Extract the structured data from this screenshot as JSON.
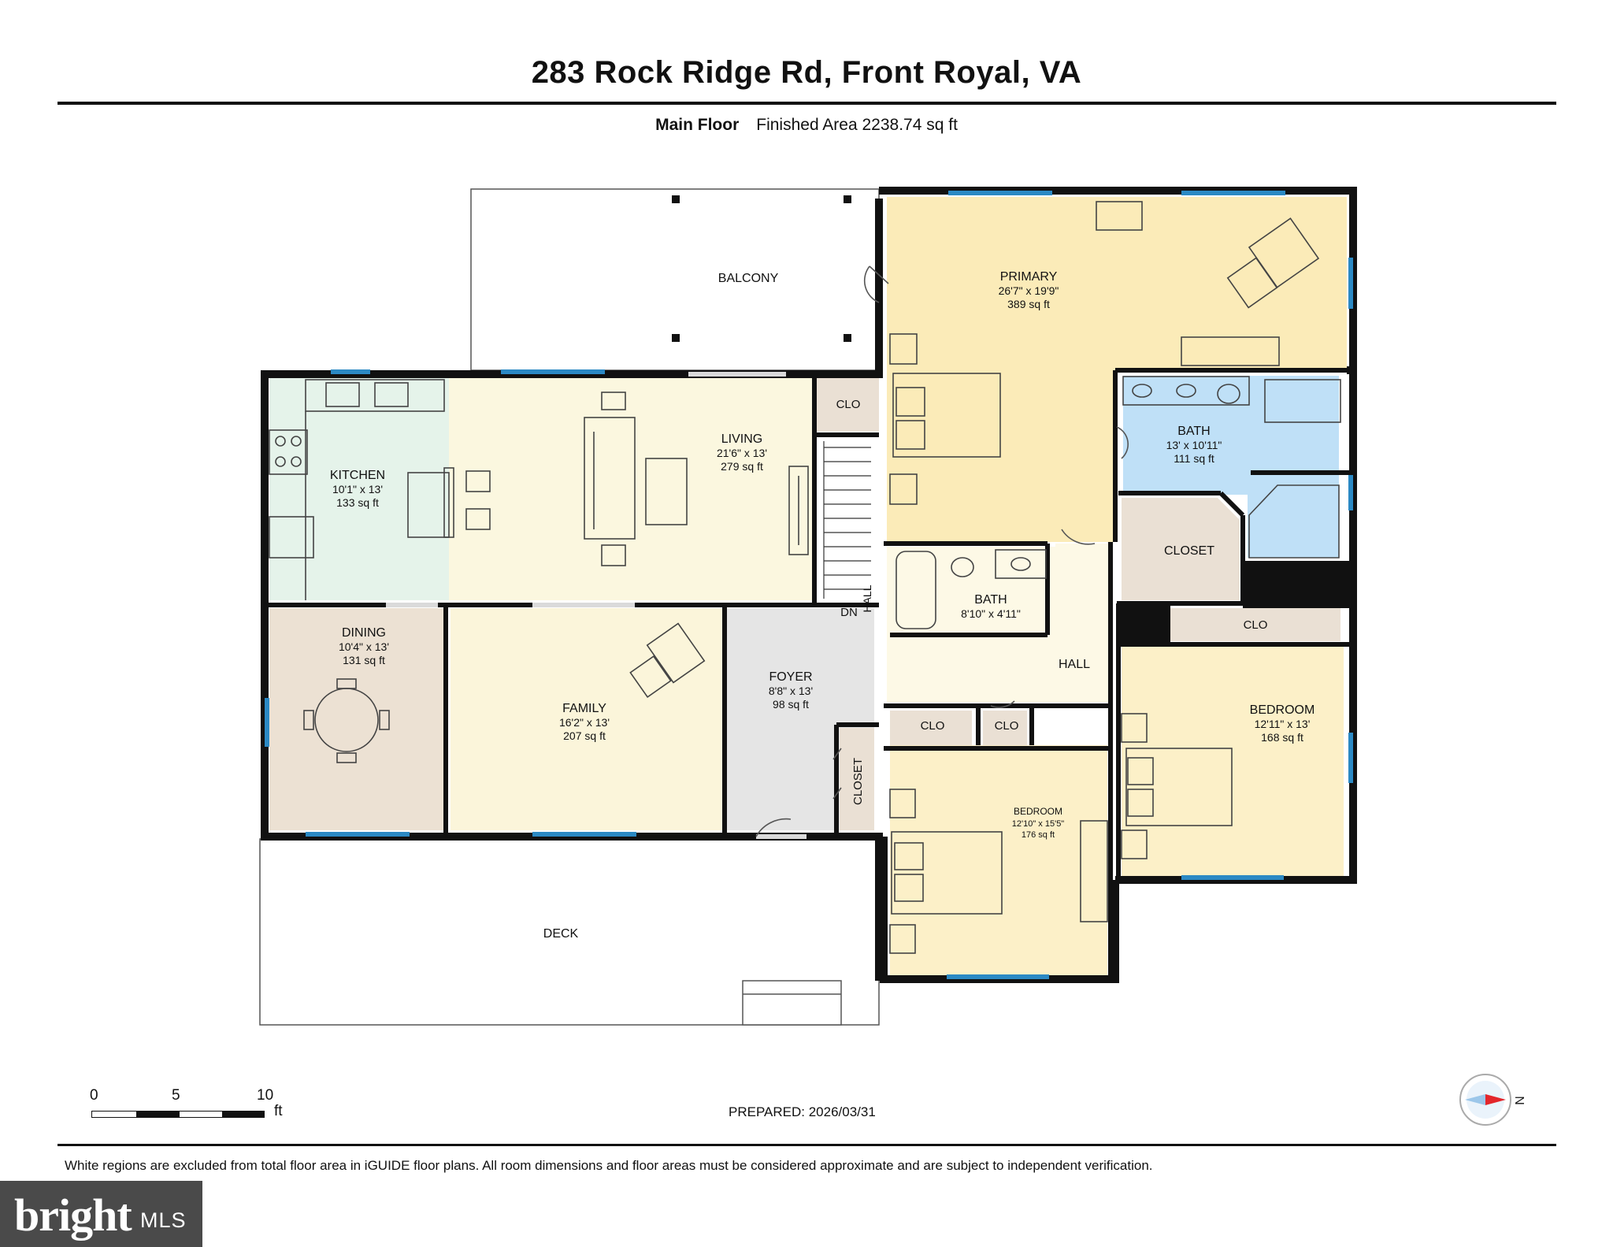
{
  "header": {
    "address": "283 Rock Ridge Rd, Front Royal, VA",
    "floor_name": "Main Floor",
    "area_text": "Finished Area 2238.74 sq ft"
  },
  "rooms": {
    "balcony": {
      "name": "BALCONY"
    },
    "primary": {
      "name": "PRIMARY",
      "dims": "26'7\" x 19'9\"",
      "area": "389 sq ft"
    },
    "kitchen": {
      "name": "KITCHEN",
      "dims": "10'1\" x 13'",
      "area": "133 sq ft"
    },
    "living": {
      "name": "LIVING",
      "dims": "21'6\" x 13'",
      "area": "279 sq ft"
    },
    "clo_living": {
      "name": "CLO"
    },
    "primary_bath": {
      "name": "BATH",
      "dims": "13' x 10'11\"",
      "area": "111 sq ft"
    },
    "primary_closet": {
      "name": "CLOSET"
    },
    "hall_bath": {
      "name": "BATH",
      "dims": "8'10\" x 4'11\""
    },
    "dining": {
      "name": "DINING",
      "dims": "10'4\" x 13'",
      "area": "131 sq ft"
    },
    "family": {
      "name": "FAMILY",
      "dims": "16'2\" x 13'",
      "area": "207 sq ft"
    },
    "foyer": {
      "name": "FOYER",
      "dims": "8'8\" x 13'",
      "area": "98 sq ft"
    },
    "foyer_closet": {
      "name": "CLOSET"
    },
    "stair_dn": {
      "name": "DN"
    },
    "stair_hall": {
      "name": "HALL"
    },
    "hall": {
      "name": "HALL"
    },
    "clo_bedroom_right": {
      "name": "CLO"
    },
    "bedroom_right": {
      "name": "BEDROOM",
      "dims": "12'11\" x 13'",
      "area": "168 sq ft"
    },
    "clo_left": {
      "name": "CLO"
    },
    "clo_mid": {
      "name": "CLO"
    },
    "bedroom_left": {
      "name": "BEDROOM",
      "dims": "12'10\" x 15'5\"",
      "area": "176 sq ft"
    },
    "deck": {
      "name": "DECK"
    }
  },
  "scale": {
    "t0": "0",
    "t5": "5",
    "t10": "10",
    "unit": "ft"
  },
  "prepared": "PREPARED: 2026/03/31",
  "compass": {
    "label": "N"
  },
  "disclaimer": "White regions are excluded from total floor area in iGUIDE floor plans. All room dimensions and floor areas must be considered approximate and are subject to independent verification.",
  "branding": {
    "wordmark": "bright",
    "mls": "MLS"
  },
  "colors": {
    "primary": "#FBEBB8",
    "living": "#FBF7DF",
    "kitchen": "#E5F3EA",
    "bath": "#BFE0F7",
    "closet": "#EAE0D4",
    "dining": "#ECE1D3",
    "family": "#FBF5DA",
    "foyer": "#E5E5E5",
    "hall": "#FDF9E6",
    "bedroom": "#FCF0C8",
    "window": "#2B89C4",
    "wall": "#111111"
  }
}
